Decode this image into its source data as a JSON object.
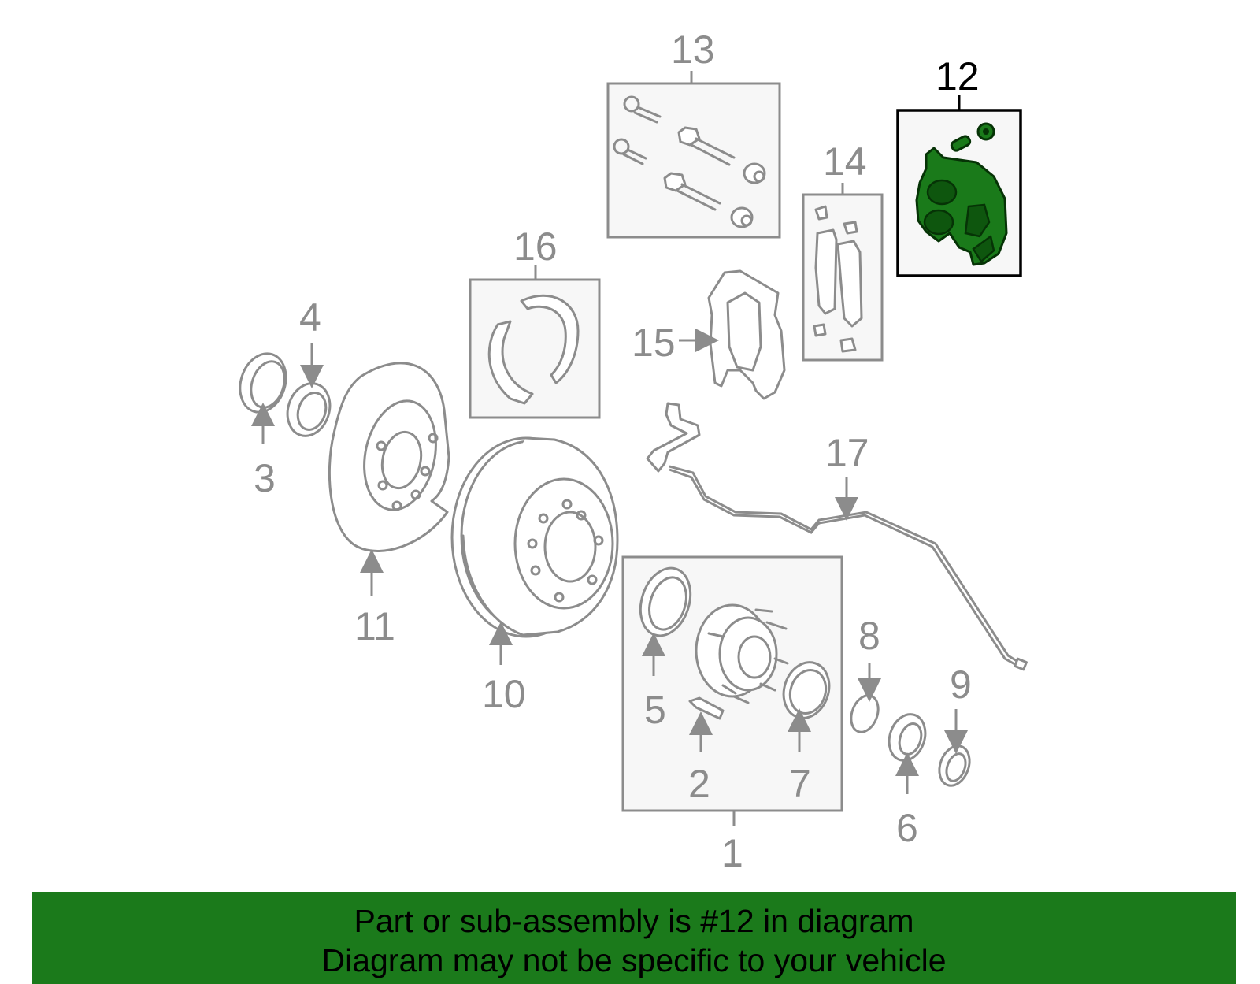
{
  "diagram": {
    "callouts": [
      "1",
      "2",
      "3",
      "4",
      "5",
      "6",
      "7",
      "8",
      "9",
      "10",
      "11",
      "12",
      "13",
      "14",
      "15",
      "16",
      "17"
    ],
    "highlighted_callout": "12",
    "highlight_color": "#1b7a1b"
  },
  "banner": {
    "line1": "Part or sub-assembly is #12 in diagram",
    "line2": "Diagram may not be specific to your vehicle",
    "background": "#1b7a1b"
  }
}
